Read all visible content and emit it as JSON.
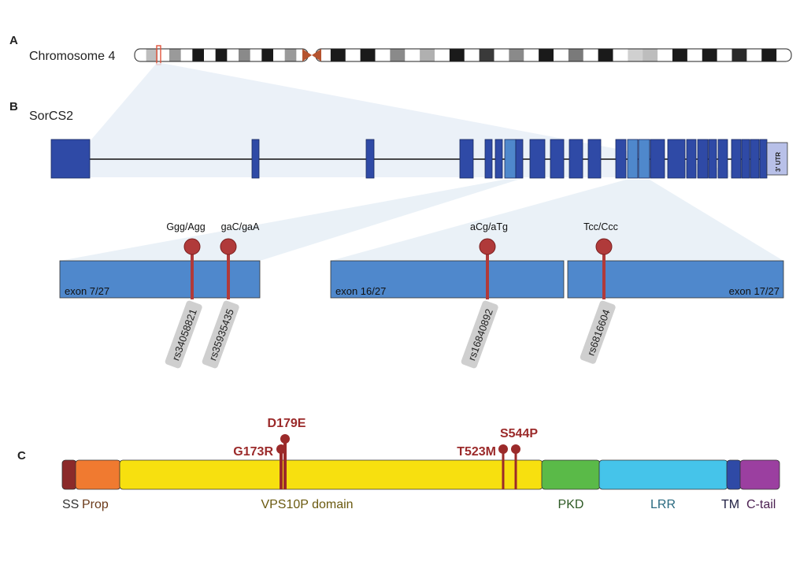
{
  "panel_a": {
    "letter": "A",
    "label": "Chromosome 4",
    "bands": [
      {
        "color": "#ffffff"
      },
      {
        "color": "#bdbdbd"
      },
      {
        "color": "#ffffff"
      },
      {
        "color": "#9a9a9a"
      },
      {
        "color": "#ffffff"
      },
      {
        "color": "#1a1a1a"
      },
      {
        "color": "#ffffff"
      },
      {
        "color": "#1a1a1a"
      },
      {
        "color": "#ffffff"
      },
      {
        "color": "#8a8a8a"
      },
      {
        "color": "#ffffff"
      },
      {
        "color": "#1a1a1a"
      },
      {
        "color": "#ffffff"
      },
      {
        "color": "#9a9a9a"
      },
      {
        "color": "#ffffff"
      },
      {
        "color": "#ffffff"
      },
      {
        "color": "#1a1a1a"
      },
      {
        "color": "#ffffff"
      },
      {
        "color": "#1a1a1a"
      },
      {
        "color": "#ffffff"
      },
      {
        "color": "#8a8a8a"
      },
      {
        "color": "#ffffff"
      },
      {
        "color": "#b0b0b0"
      },
      {
        "color": "#ffffff"
      },
      {
        "color": "#1a1a1a"
      },
      {
        "color": "#ffffff"
      },
      {
        "color": "#3a3a3a"
      },
      {
        "color": "#ffffff"
      },
      {
        "color": "#8a8a8a"
      },
      {
        "color": "#ffffff"
      },
      {
        "color": "#1a1a1a"
      },
      {
        "color": "#ffffff"
      },
      {
        "color": "#7a7a7a"
      },
      {
        "color": "#ffffff"
      },
      {
        "color": "#1a1a1a"
      },
      {
        "color": "#ffffff"
      },
      {
        "color": "#d0d0d0"
      },
      {
        "color": "#bdbdbd"
      },
      {
        "color": "#ffffff"
      },
      {
        "color": "#1a1a1a"
      },
      {
        "color": "#ffffff"
      },
      {
        "color": "#1a1a1a"
      },
      {
        "color": "#ffffff"
      },
      {
        "color": "#2a2a2a"
      },
      {
        "color": "#ffffff"
      },
      {
        "color": "#1a1a1a"
      },
      {
        "color": "#ffffff"
      }
    ],
    "centromere_color": "#b5532f",
    "highlight_color": "#e0533a"
  },
  "panel_b": {
    "letter": "B",
    "label": "SorCS2",
    "utr_label": "3' UTR",
    "exon_color": "#2f4aa6",
    "highlight_exon_color": "#4f88cc",
    "utr_color": "#b8c0e8",
    "zoom_color": "#e6eef6",
    "exon_boxes": [
      {
        "label_left": "exon 7/27",
        "label_right": "",
        "snps": [
          {
            "change": "Ggg/Agg",
            "rsid": "rs34058821"
          },
          {
            "change": "gaC/gaA",
            "rsid": "rs35935435"
          }
        ]
      },
      {
        "label_left": "exon 16/27",
        "label_right": "",
        "snps": [
          {
            "change": "aCg/aTg",
            "rsid": "rs16840892"
          }
        ]
      },
      {
        "label_left": "",
        "label_right": "exon 17/27",
        "snps": [
          {
            "change": "Tcc/Ccc",
            "rsid": "rs6816604"
          }
        ]
      }
    ],
    "box_color": "#4f88cc",
    "pin_color": "#b03a3a",
    "rs_tag_color": "#cfcfcf"
  },
  "panel_c": {
    "letter": "C",
    "domains": [
      {
        "name": "SS",
        "color": "#8b2a2a",
        "label_color": "#333333"
      },
      {
        "name": "Prop",
        "color": "#f07a30",
        "label_color": "#6b3a1a"
      },
      {
        "name": "VPS10P domain",
        "color": "#f7e00f",
        "label_color": "#6b5a10"
      },
      {
        "name": "PKD",
        "color": "#5aba48",
        "label_color": "#2e5a25"
      },
      {
        "name": "LRR",
        "color": "#45c4ea",
        "label_color": "#2a6a80"
      },
      {
        "name": "TM",
        "color": "#2f4aa6",
        "label_color": "#222244"
      },
      {
        "name": "C-tail",
        "color": "#9b3fa0",
        "label_color": "#4a1f50"
      }
    ],
    "mutations": [
      "G173R",
      "D179E",
      "T523M",
      "S544P"
    ],
    "mutation_color": "#9b2a2a"
  }
}
